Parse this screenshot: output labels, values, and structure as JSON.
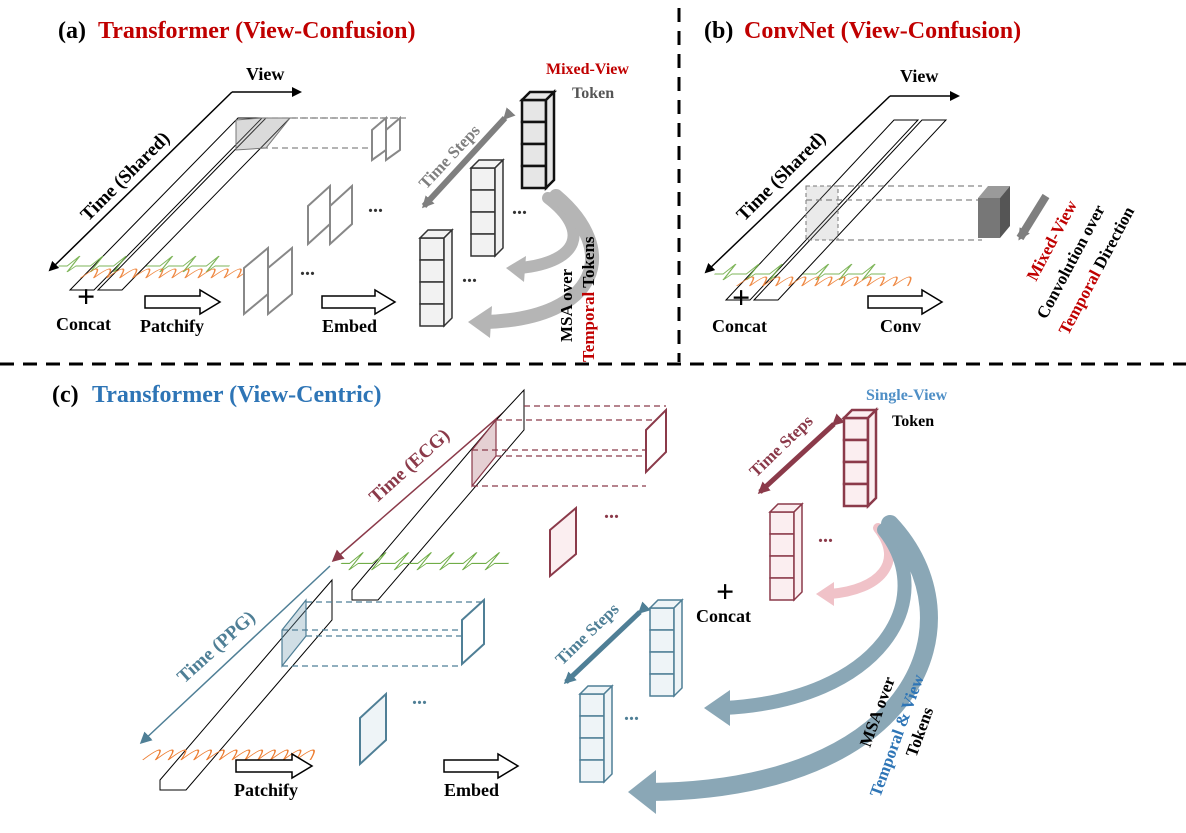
{
  "panel_a": {
    "label": "(a)",
    "title": "Transformer (View-Confusion)",
    "axis_view": "View",
    "axis_time": "Time (Shared)",
    "concat": "Concat",
    "patchify": "Patchify",
    "embed": "Embed",
    "time_steps": "Time Steps",
    "token_line1": "Mixed-View",
    "token_line2": "Token",
    "msa_line1": "MSA over",
    "msa_line2_colored": "Temporal",
    "msa_line2_rest": " Tokens",
    "ellipsis": "..."
  },
  "panel_b": {
    "label": "(b)",
    "title": "ConvNet (View-Confusion)",
    "axis_view": "View",
    "axis_time": "Time (Shared)",
    "concat": "Concat",
    "conv": "Conv",
    "desc_line1": "Mixed-View",
    "desc_line2": "Convolution over",
    "desc_line3_colored": "Temporal",
    "desc_line3_rest": " Direction"
  },
  "panel_c": {
    "label": "(c)",
    "title": "Transformer (View-Centric)",
    "axis_ecg": "Time (ECG)",
    "axis_ppg": "Time (PPG)",
    "patchify": "Patchify",
    "embed": "Embed",
    "time_steps_top": "Time Steps",
    "time_steps_bottom": "Time Steps",
    "concat": "Concat",
    "token_line1": "Single-View",
    "token_line2": "Token",
    "msa_line1": "MSA over",
    "msa_line2": "Temporal & View",
    "msa_line3": "Tokens",
    "ellipsis": "..."
  },
  "colors": {
    "dark_red": "#c00000",
    "blue": "#2e75b6",
    "ecg_line": "#70ad47",
    "ppg_line": "#ed7d31",
    "maroon": "#8b3a4a",
    "steel": "#4f7f96",
    "gray": "#808080"
  }
}
